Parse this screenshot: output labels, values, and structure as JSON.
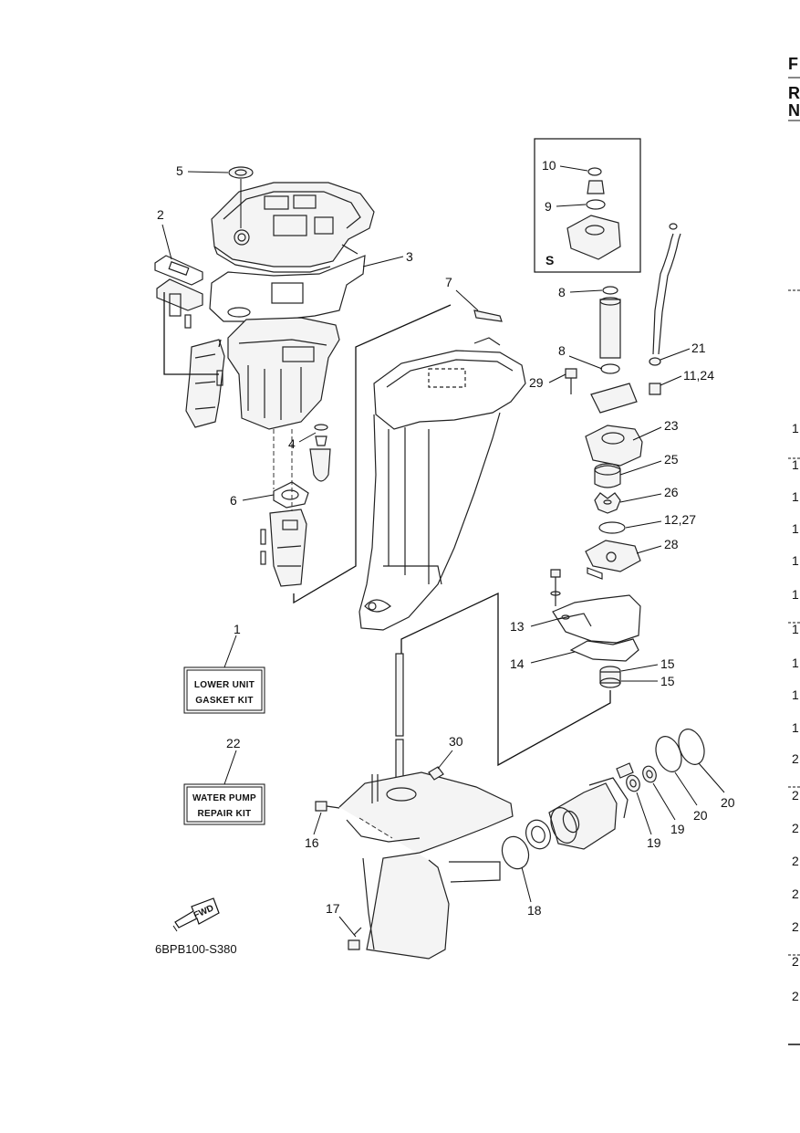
{
  "diagram_ref": "6BPB100-S380",
  "kits": {
    "gasket": {
      "number": "1",
      "line1": "LOWER UNIT",
      "line2": "GASKET KIT"
    },
    "pump": {
      "number": "22",
      "line1": "WATER PUMP",
      "line2": "REPAIR KIT"
    }
  },
  "fwd_label": "FWD",
  "inset_label": "S",
  "callouts": {
    "c1": "1",
    "c2": "2",
    "c3": "3",
    "c4": "4",
    "c5": "5",
    "c6": "6",
    "c7": "7",
    "c8a": "8",
    "c8b": "8",
    "c9": "9",
    "c10": "10",
    "c11": "11,24",
    "c12": "12,27",
    "c13": "13",
    "c14": "14",
    "c15a": "15",
    "c15b": "15",
    "c16": "16",
    "c17": "17",
    "c18": "18",
    "c19a": "19",
    "c19b": "19",
    "c20a": "20",
    "c20b": "20",
    "c21": "21",
    "c22": "22",
    "c23": "23",
    "c25": "25",
    "c26": "26",
    "c28": "28",
    "c29": "29",
    "c30": "30"
  },
  "side_column": {
    "header": [
      "F",
      "R",
      "N"
    ],
    "numbers": [
      "1",
      "1",
      "1",
      "1",
      "1",
      "1",
      "1",
      "1",
      "1",
      "1",
      "2",
      "2",
      "2",
      "2",
      "2",
      "2",
      "2",
      "2"
    ]
  }
}
